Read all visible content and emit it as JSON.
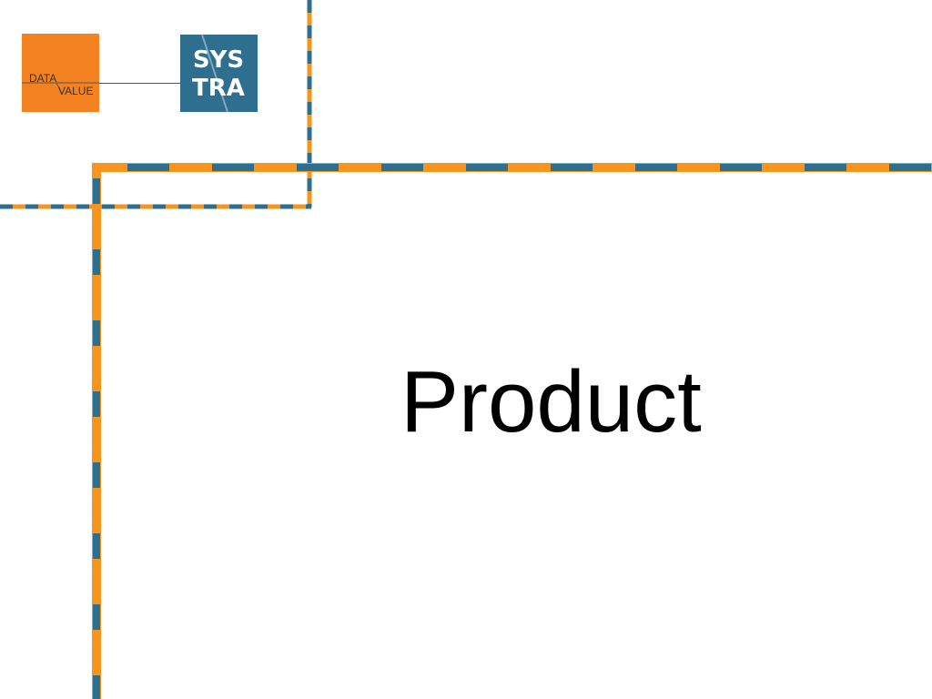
{
  "slide": {
    "title": "Product"
  },
  "logos": {
    "data_value": {
      "line1": "DATA",
      "line2": "VALUE",
      "bg_color": "#F58220"
    },
    "systra": {
      "line1": "SYS",
      "line2": "TRA",
      "bg_color": "#2E6E8E"
    }
  },
  "colors": {
    "dash_orange": "#F7941D",
    "dash_teal": "#2E6E8E"
  }
}
